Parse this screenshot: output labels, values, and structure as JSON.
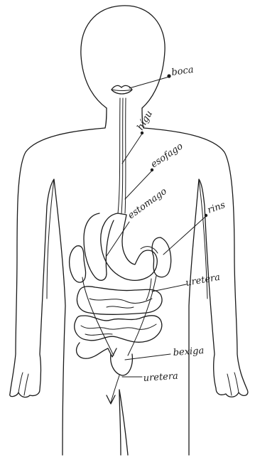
{
  "labels": {
    "boca": "boca",
    "higado": "hígu",
    "esofago": "esofago",
    "estomago": "estomago",
    "rins": "rins",
    "uretera_upper": "uretera",
    "bexiga": "bexiga",
    "uretera_lower": "uretera"
  },
  "colors": {
    "ink": "#1a1a1a",
    "paper": "#ffffff"
  }
}
